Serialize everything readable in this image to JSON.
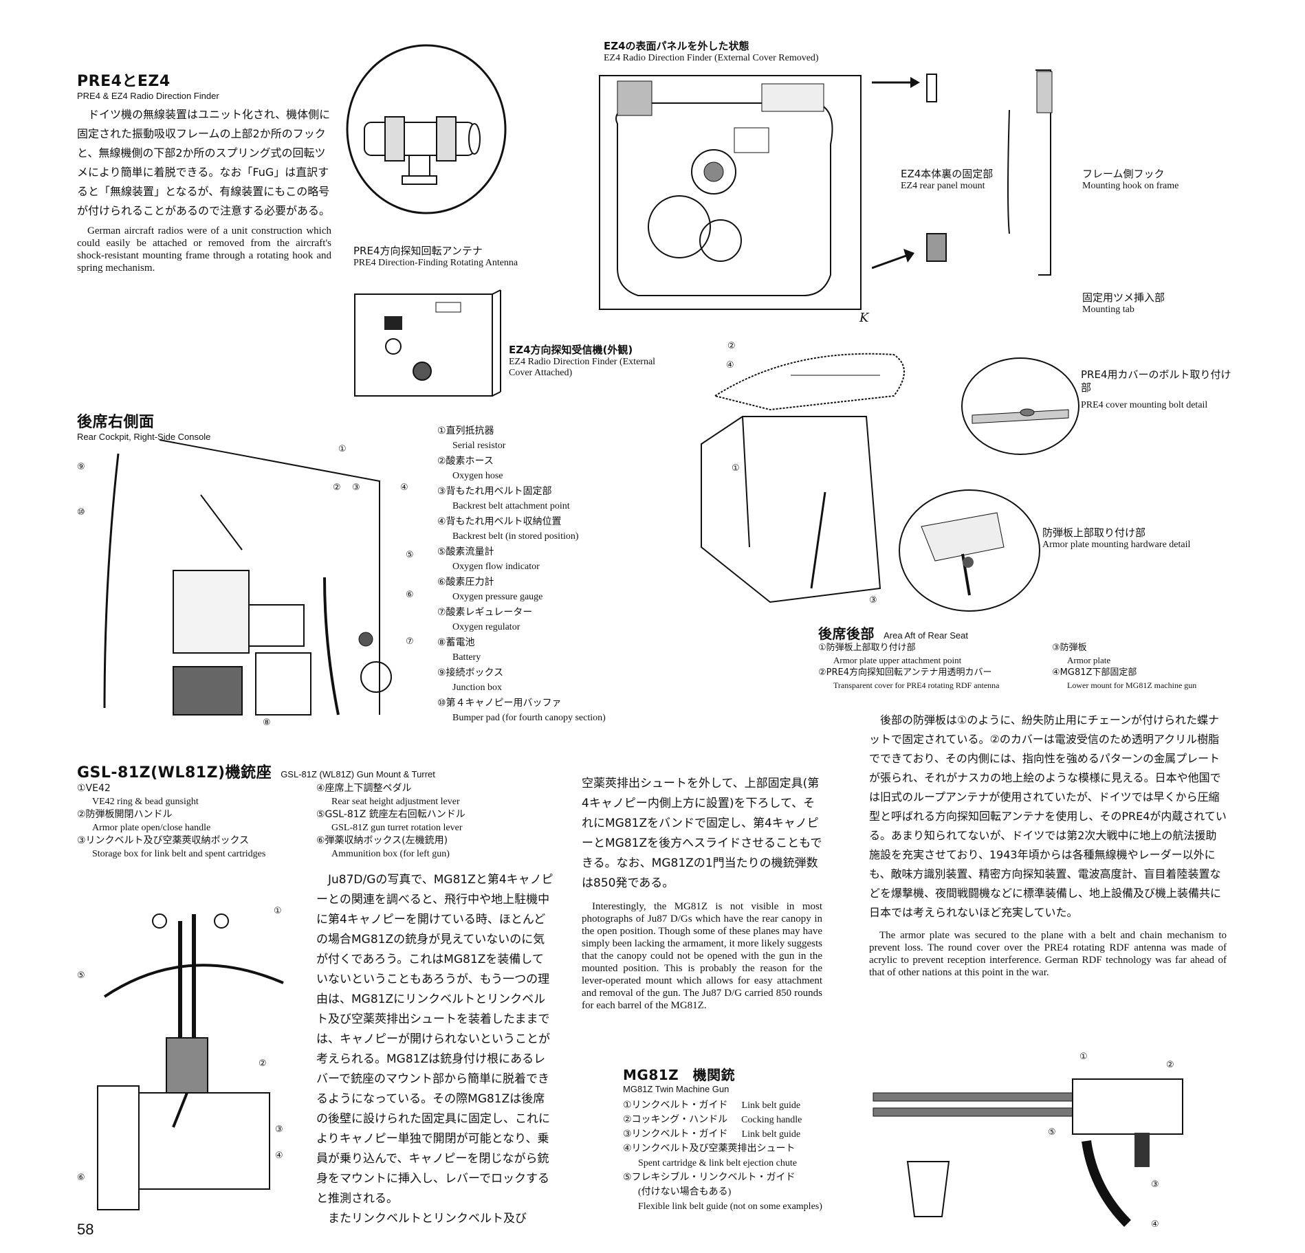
{
  "page_number": "58",
  "pre4_section": {
    "title": "PRE4とEZ4",
    "subtitle": "PRE4 & EZ4 Radio Direction Finder",
    "jp_text": "ドイツ機の無線装置はユニット化され、機体側に固定された振動吸収フレームの上部2か所のフックと、無線機側の下部2か所のスプリング式の回転ツメにより簡単に着脱できる。なお「FuG」は直訳すると「無線装置」となるが、有線装置にもこの略号が付けられることがあるので注意する必要がある。",
    "en_text": "German aircraft radios were of a unit construction which could easily be attached or removed from the aircraft's shock-resistant mounting frame through a rotating hook and spring mechanism."
  },
  "pre4_antenna": {
    "caption_jp": "PRE4方向探知回転アンテナ",
    "caption_en": "PRE4 Direction-Finding Rotating Antenna"
  },
  "ez4_receiver": {
    "caption_jp": "EZ4方向探知受信機(外観)",
    "caption_en": "EZ4 Radio Direction Finder (External Cover Attached)"
  },
  "ez4_removed": {
    "caption_jp": "EZ4の表面パネルを外した状態",
    "caption_en": "EZ4 Radio Direction Finder (External Cover Removed)",
    "labels": [
      {
        "jp": "EZ4本体裏の固定部",
        "en": "EZ4 rear panel mount"
      },
      {
        "jp": "フレーム側フック",
        "en": "Mounting hook on frame"
      },
      {
        "jp": "固定用ツメ挿入部",
        "en": "Mounting tab"
      }
    ]
  },
  "rear_cockpit": {
    "title": "後席右側面",
    "subtitle": "Rear Cockpit, Right-Side Console",
    "callouts": [
      "①",
      "②",
      "③",
      "④",
      "⑤",
      "⑥",
      "⑦",
      "⑧",
      "⑨",
      "⑩"
    ],
    "legend": [
      {
        "jp": "①直列抵抗器",
        "en": "Serial resistor"
      },
      {
        "jp": "②酸素ホース",
        "en": "Oxygen hose"
      },
      {
        "jp": "③背もたれ用ベルト固定部",
        "en": "Backrest belt attachment point"
      },
      {
        "jp": "④背もたれ用ベルト収納位置",
        "en": "Backrest belt (in stored position)"
      },
      {
        "jp": "⑤酸素流量計",
        "en": "Oxygen flow indicator"
      },
      {
        "jp": "⑥酸素圧力計",
        "en": "Oxygen pressure gauge"
      },
      {
        "jp": "⑦酸素レギュレーター",
        "en": "Oxygen regulator"
      },
      {
        "jp": "⑧蓄電池",
        "en": "Battery"
      },
      {
        "jp": "⑨接続ボックス",
        "en": "Junction box"
      },
      {
        "jp": "⑩第４キャノピー用バッファ",
        "en": "Bumper pad (for fourth canopy section)"
      }
    ]
  },
  "rear_area": {
    "title": "後席後部",
    "subtitle": "Area Aft of Rear Seat",
    "callouts": [
      "①",
      "②",
      "③",
      "④"
    ],
    "cover_detail": {
      "jp": "PRE4用カバーのボルト取り付け部",
      "en": "PRE4 cover mounting bolt detail"
    },
    "armor_detail": {
      "jp": "防弾板上部取り付け部",
      "en": "Armor plate mounting hardware detail"
    },
    "legend": [
      {
        "jp": "①防弾板上部取り付け部",
        "en": "Armor plate upper attachment point"
      },
      {
        "jp": "③防弾板",
        "en": "Armor plate"
      },
      {
        "jp": "②PRE4方向探知回転アンテナ用透明カバー",
        "en": "Transparent cover for PRE4 rotating RDF antenna"
      },
      {
        "jp": "④MG81Z下部固定部",
        "en": "Lower mount for MG81Z machine gun"
      }
    ],
    "jp_text": "後部の防弾板は①のように、紛失防止用にチェーンが付けられた蝶ナットで固定されている。②のカバーは電波受信のため透明アクリル樹脂でできており、その内側には、指向性を強めるパターンの金属プレートが張られ、それがナスカの地上絵のような模様に見える。日本や他国では旧式のループアンテナが使用されていたが、ドイツでは早くから圧縮型と呼ばれる方向探知回転アンテナを使用し、そのPRE4が内蔵されている。あまり知られてないが、ドイツでは第2次大戦中に地上の航法援助施設を充実させており、1943年頃からは各種無線機やレーダー以外にも、敵味方識別装置、精密方向探知装置、電波高度計、盲目着陸装置などを爆撃機、夜間戦闘機などに標準装備し、地上設備及び機上装備共に日本では考えられないほど充実していた。",
    "en_text": "The armor plate was secured to the plane with a belt and chain mechanism to prevent loss. The round cover over the PRE4 rotating RDF antenna was made of acrylic to prevent reception interference. German RDF technology was far ahead of that of other nations at this point in the war."
  },
  "gsl_section": {
    "title": "GSL-81Z(WL81Z)機銃座",
    "subtitle": "GSL-81Z (WL81Z) Gun Mount & Turret",
    "callouts": [
      "①",
      "②",
      "③",
      "④",
      "⑤",
      "⑥"
    ],
    "legend_left": [
      {
        "jp": "①VE42",
        "en": "VE42 ring & bead gunsight"
      },
      {
        "jp": "②防弾板開閉ハンドル",
        "en": "Armor plate open/close handle"
      },
      {
        "jp": "③リンクベルト及び空薬莢収納ボックス",
        "en": "Storage box for link belt and spent cartridges"
      }
    ],
    "legend_right": [
      {
        "jp": "④座席上下調整ペダル",
        "en": "Rear seat height adjustment lever"
      },
      {
        "jp": "⑤GSL-81Z 銃座左右回転ハンドル",
        "en": "GSL-81Z gun turret rotation lever"
      },
      {
        "jp": "⑥弾薬収納ボックス(左機銃用)",
        "en": "Ammunition box (for left gun)"
      }
    ],
    "jp_text": "Ju87D/Gの写真で、MG81Zと第4キャノピーとの関連を調べると、飛行中や地上駐機中に第4キャノピーを開けている時、ほとんどの場合MG81Zの銃身が見えていないのに気が付くであろう。これはMG81Zを装備していないということもあろうが、もう一つの理由は、MG81Zにリンクベルトとリンクベルト及び空薬莢排出シュートを装着したままでは、キャノピーが開けられないということが考えられる。MG81Zは銃身付け根にあるレバーで銃座のマウント部から簡単に脱着できるようになっている。その際MG81Zは後席の後壁に設けられた固定具に固定し、これによりキャノピー単独で開閉が可能となり、乗員が乗り込んで、キャノピーを閉じながら銃身をマウントに挿入し、レバーでロックすると推測される。",
    "jp_text_end": "またリンクベルトとリンクベルト及び",
    "jp_text_col3": "空薬莢排出シュートを外して、上部固定具(第4キャノピー内側上方に設置)を下ろして、それにMG81Zをバンドで固定し、第4キャノピーとMG81Zを後方へスライドさせることもできる。なお、MG81Zの1門当たりの機銃弾数は850発である。",
    "en_text": "Interestingly, the MG81Z is not visible in most photographs of Ju87 D/Gs which have the rear canopy in the open position. Though some of these planes may have simply been lacking the armament, it more likely suggests that the canopy could not be opened with the gun in the mounted position. This is probably the reason for the lever-operated mount which allows for easy attachment and removal of the gun. The Ju87 D/G carried 850 rounds for each barrel of the MG81Z."
  },
  "mg81z": {
    "title": "MG81Z　機関銃",
    "subtitle": "MG81Z Twin Machine Gun",
    "callouts": [
      "①",
      "②",
      "③",
      "④",
      "⑤"
    ],
    "legend": [
      {
        "jp": "①リンクベルト・ガイド",
        "en": "Link belt guide"
      },
      {
        "jp": "②コッキング・ハンドル",
        "en": "Cocking handle"
      },
      {
        "jp": "③リンクベルト・ガイド",
        "en": "Link belt guide"
      },
      {
        "jp": "④リンクベルト及び空薬莢排出シュート",
        "en": "Spent cartridge & link belt ejection chute"
      },
      {
        "jp": "⑤フレキシブル・リンクベルト・ガイド",
        "en": "(付けない場合もある)"
      }
    ],
    "legend_last_en": "Flexible link belt guide (not on some examples)"
  },
  "artist_mark": "K"
}
